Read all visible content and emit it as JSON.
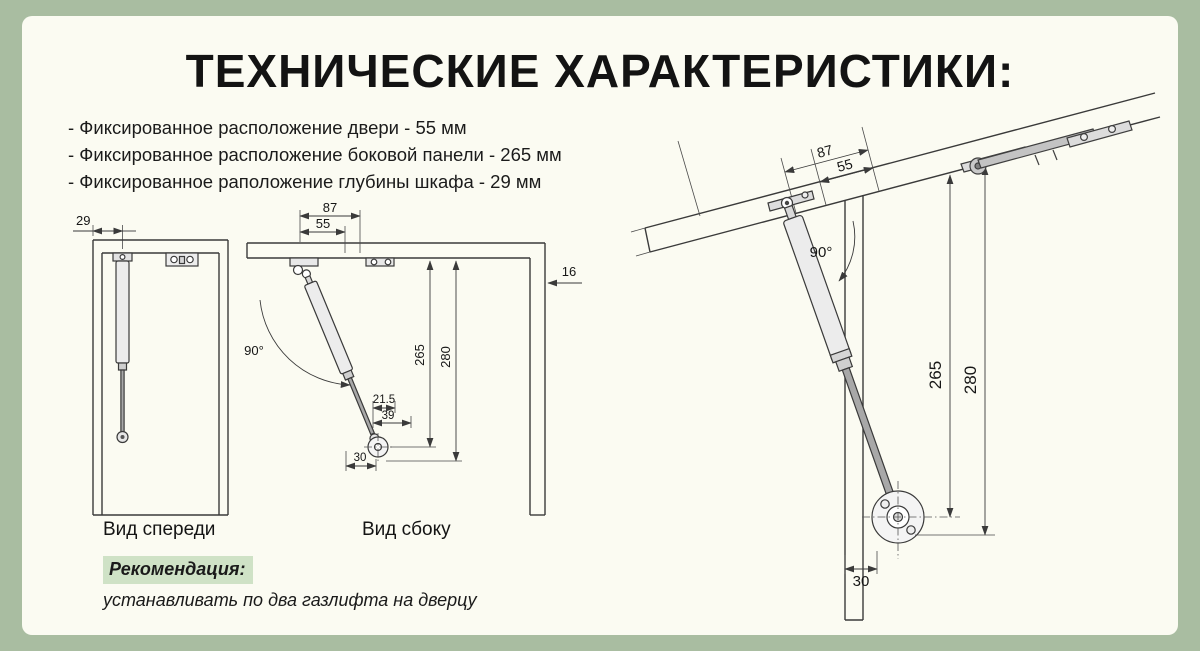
{
  "colors": {
    "background": "#a9bda1",
    "panel": "#fbfbf2",
    "highlight": "#cfe2c6",
    "ink": "#1a1a1a"
  },
  "header": {
    "title": "ТЕХНИЧЕСКИЕ ХАРАКТЕРИСТИКИ:"
  },
  "specs": {
    "items": [
      "- Фиксированное расположение двери - 55 мм",
      "- Фиксированное расположение боковой панели - 265 мм",
      "- Фиксированное раположение глубины шкафа - 29 мм"
    ]
  },
  "front_view": {
    "label": "Вид спереди",
    "dim_depth": "29"
  },
  "side_view": {
    "label": "Вид сбоку",
    "dim_87": "87",
    "dim_55": "55",
    "dim_16": "16",
    "dim_angle": "90°",
    "dim_265": "265",
    "dim_280": "280",
    "dim_21_5": "21.5",
    "dim_39": "39",
    "dim_30": "30"
  },
  "detail_view": {
    "dim_87": "87",
    "dim_55": "55",
    "dim_angle": "90°",
    "dim_265": "265",
    "dim_280": "280",
    "dim_30": "30"
  },
  "recommendation": {
    "label": "Рекомендация:",
    "text": "устанавливать по два газлифта на дверцу"
  }
}
